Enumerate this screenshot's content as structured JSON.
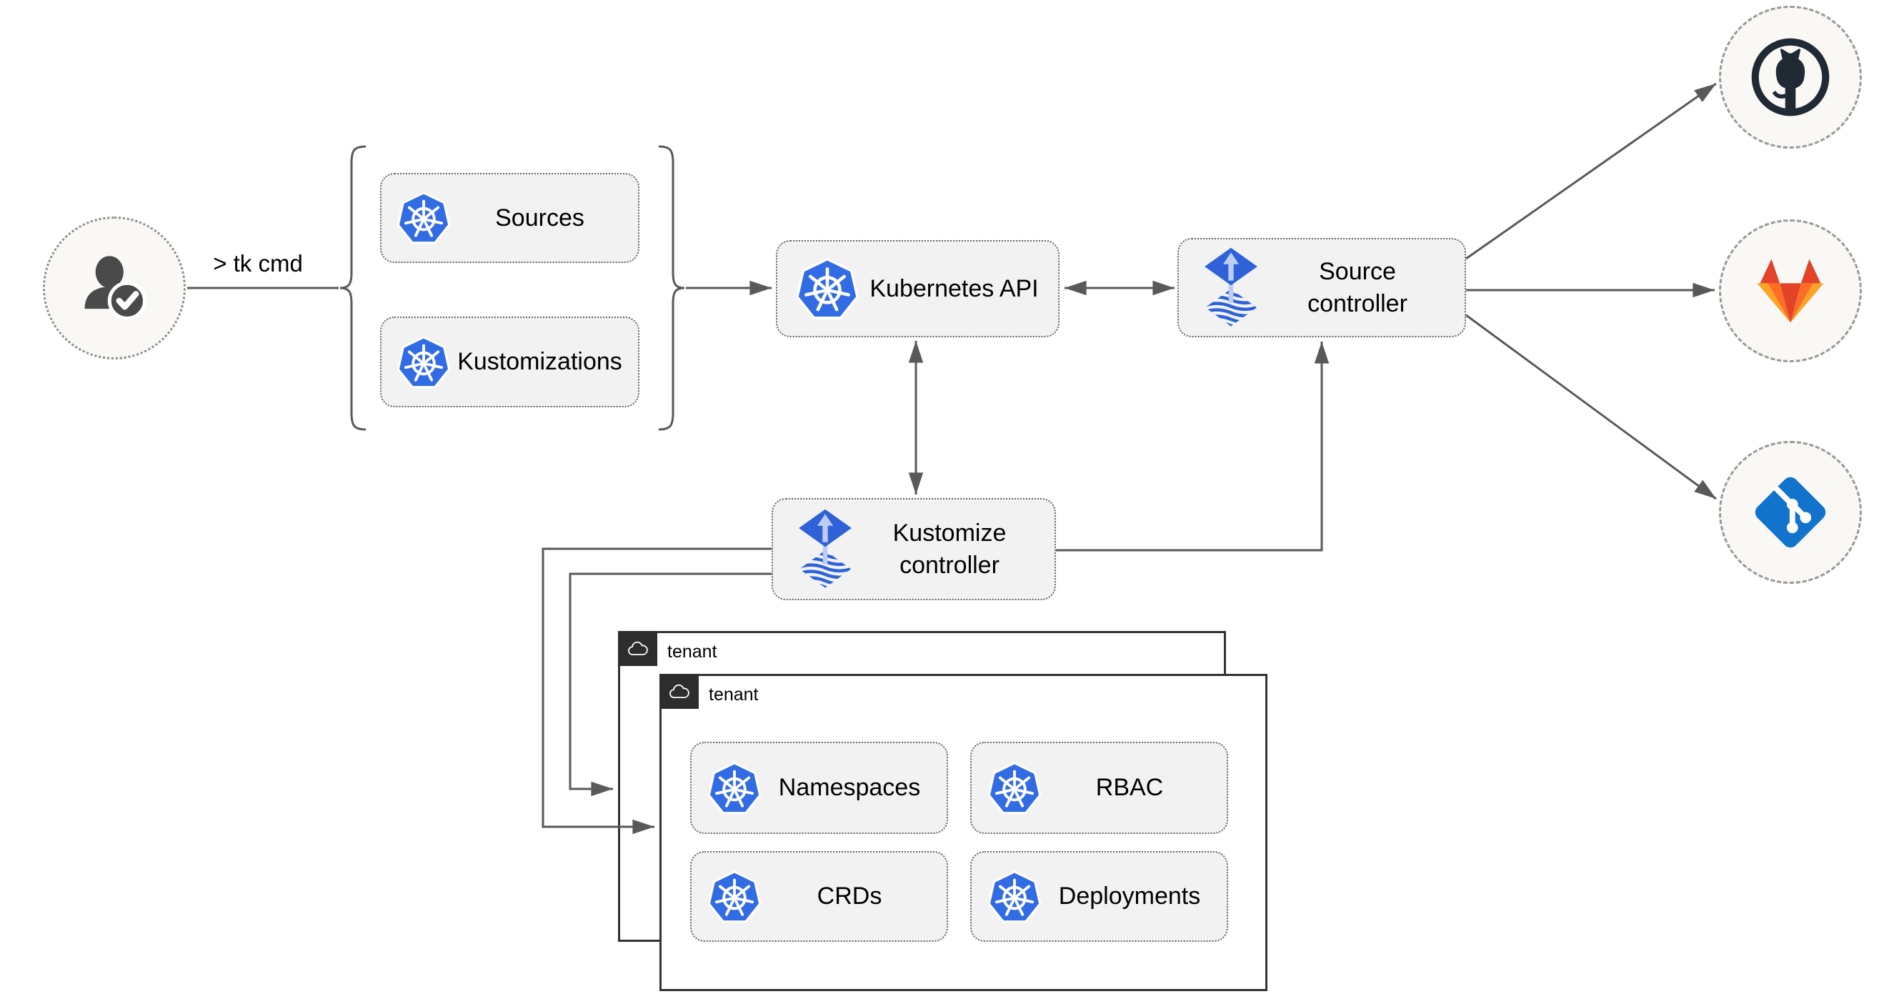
{
  "cli": {
    "label": "> tk cmd"
  },
  "nodes": {
    "sources": "Sources",
    "kustomizations": "Kustomizations",
    "kubernetes_api": "Kubernetes API",
    "source_controller": "Source\ncontroller",
    "kustomize_controller": "Kustomize\ncontroller"
  },
  "tenants": {
    "back": {
      "label": "tenant"
    },
    "front": {
      "label": "tenant"
    },
    "resources": {
      "namespaces": "Namespaces",
      "rbac": "RBAC",
      "crds": "CRDs",
      "deployments": "Deployments"
    }
  },
  "remotes": {
    "github": "github-icon",
    "gitlab": "gitlab-icon",
    "git": "git-icon"
  },
  "icons": {
    "user": "user-check-icon",
    "kubernetes": "kubernetes-icon",
    "flux": "flux-icon",
    "cloud": "cloud-icon"
  },
  "colors": {
    "k8s_blue": "#326ce5",
    "flux_blue": "#2f62d8",
    "flux_light": "#bccdf1",
    "node_fill": "#f2f2f2",
    "node_border": "#676767",
    "arrow_gray": "#595959",
    "tenant_tab": "#2d2d2d",
    "tenant_border": "#333333",
    "circle_fill": "#faf8f4",
    "circle_border": "#999999",
    "github_dark": "#1f2a35",
    "gitlab_red": "#e24329",
    "gitlab_orange": "#fc6d26",
    "gitlab_light": "#fca326",
    "git_blue": "#1173cb",
    "user_gray": "#4a4a4a",
    "text": "#000000"
  }
}
